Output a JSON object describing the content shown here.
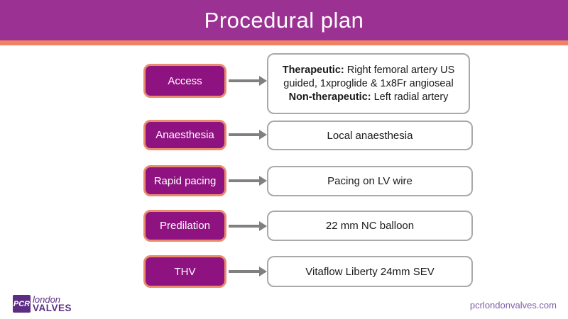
{
  "header": {
    "title": "Procedural plan"
  },
  "rows": [
    {
      "label": "Access",
      "detail": {
        "bold1": "Therapeutic:",
        "text1": " Right femoral artery US guided, 1xproglide & 1x8Fr angioseal",
        "bold2": "Non-therapeutic:",
        "text2": " Left radial artery"
      }
    },
    {
      "label": "Anaesthesia",
      "detail": {
        "text": "Local anaesthesia"
      }
    },
    {
      "label": "Rapid pacing",
      "detail": {
        "text": "Pacing on LV wire"
      }
    },
    {
      "label": "Predilation",
      "detail": {
        "text": "22 mm NC balloon"
      }
    },
    {
      "label": "THV",
      "detail": {
        "text": "Vitaflow Liberty 24mm SEV"
      }
    }
  ],
  "footer": {
    "logo": {
      "badge": "PCR",
      "line1": "london",
      "line2": "VALVES"
    },
    "url": "pcrlondonvalves.com"
  },
  "colors": {
    "header_purple": "#9b3192",
    "accent_orange": "#ef8465",
    "stage_box_magenta": "#8e1380",
    "stage_border_salmon": "#e98c6e",
    "arrow_gray": "#808080",
    "detail_border_gray": "#a9a9a9",
    "logo_purple": "#5b2d83",
    "url_purple": "#7d5fa7"
  }
}
